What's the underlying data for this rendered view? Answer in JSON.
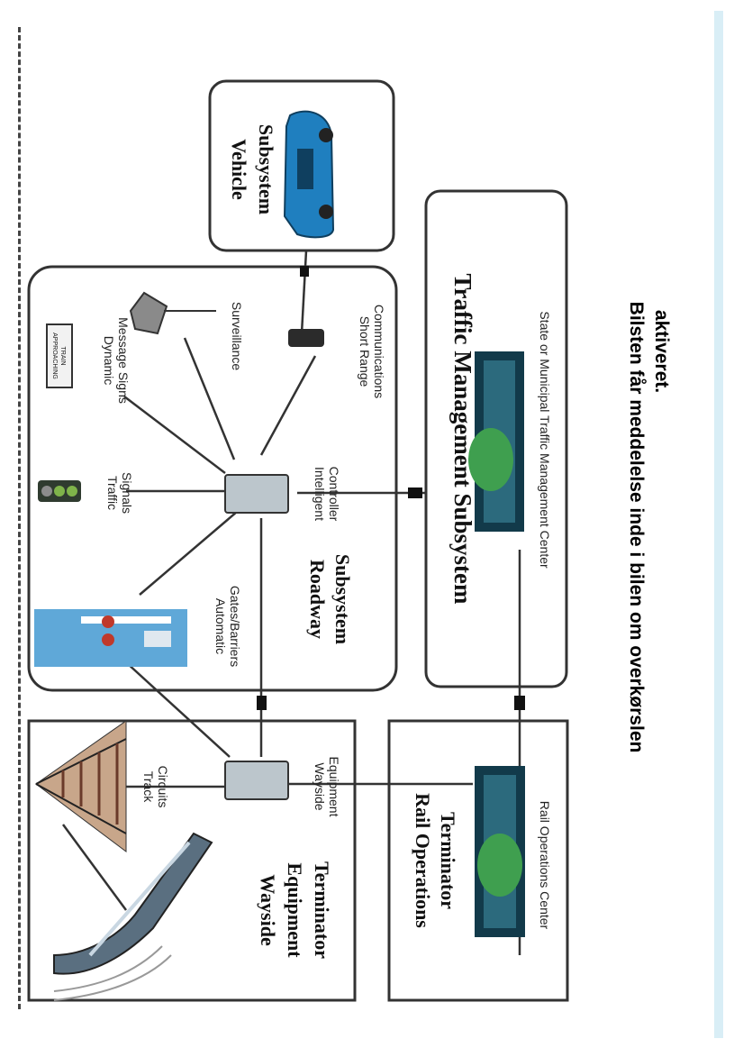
{
  "diagram": {
    "wayside_box": {
      "title_line1": "Wayside",
      "title_line2": "Equipment",
      "title_line3": "Terminator"
    },
    "track_circuits": {
      "line1": "Track",
      "line2": "Circuits"
    },
    "wayside_equipment": {
      "line1": "Wayside",
      "line2": "Equipment"
    },
    "rail_ops_box": {
      "title_line1": "Rail Operations",
      "title_line2": "Terminator",
      "center_label": "Rail Operations Center"
    },
    "roadway_box": {
      "title_line1": "Roadway",
      "title_line2": "Subsystem",
      "automatic_gates": {
        "line1": "Automatic",
        "line2": "Gates/Barriers"
      },
      "intelligent_controller": {
        "line1": "Intelligent",
        "line2": "Controller"
      },
      "traffic_signals": {
        "line1": "Traffic",
        "line2": "Signals"
      },
      "dynamic_message_signs": {
        "line1": "Dynamic",
        "line2": "Message Signs",
        "sign_text_line1": "TRAIN",
        "sign_text_line2": "APPROACHING"
      },
      "surveillance": "Surveillance",
      "short_range": {
        "line1": "Short Range",
        "line2": "Communications"
      }
    },
    "vehicle_box": {
      "title_line1": "Vehicle",
      "title_line2": "Subsystem"
    },
    "traffic_mgmt_box": {
      "title": "Traffic Management Subsystem",
      "center_label": "State or Municipal Traffic Management Center"
    }
  },
  "caption": {
    "line1": "Bilsten får meddelelse inde i bilen om overkørslen",
    "line2": "aktiveret."
  },
  "colors": {
    "vehicle": "#1f7fbf",
    "building_green": "#3f9f4f",
    "building_dark": "#123a4a",
    "gates_bg": "#5fa8d8"
  }
}
